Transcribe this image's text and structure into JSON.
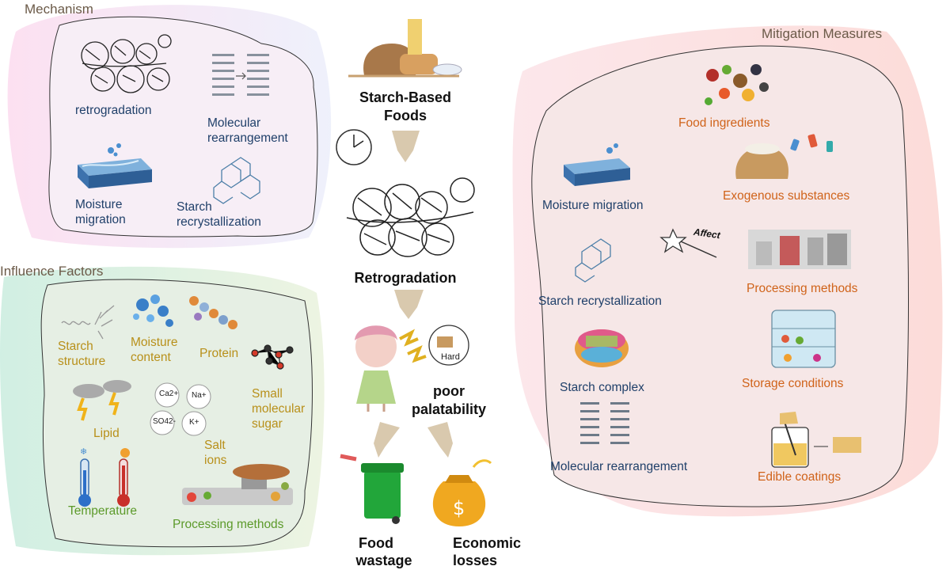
{
  "sections": {
    "mechanism": {
      "title": "Mechanism",
      "items": {
        "retrogradation": "retrogradation",
        "molecular_rearrangement_1": "Molecular",
        "molecular_rearrangement_2": "rearrangement",
        "moisture_migration_1": "Moisture",
        "moisture_migration_2": "migration",
        "starch_recrystallization_1": "Starch",
        "starch_recrystallization_2": "recrystallization"
      }
    },
    "influence": {
      "title": "Influence Factors",
      "items": {
        "starch_structure_1": "Starch",
        "starch_structure_2": "structure",
        "moisture_content_1": "Moisture",
        "moisture_content_2": "content",
        "protein": "Protein",
        "small_sugar_1": "Small",
        "small_sugar_2": "molecular",
        "small_sugar_3": "sugar",
        "lipid": "Lipid",
        "salt_1": "Salt",
        "salt_2": "ions",
        "temperature": "Temperature",
        "processing": "Processing methods"
      },
      "ions": {
        "ca": "Ca2+",
        "na": "Na+",
        "so4": "SO42-",
        "k": "K+"
      }
    },
    "mitigation": {
      "title": "Mitigation Measures",
      "left": {
        "moisture": "Moisture migration",
        "recrystal": "Starch recrystallization",
        "complex": "Starch complex",
        "rearrange": "Molecular rearrangement"
      },
      "right": {
        "food_ingredients": "Food ingredients",
        "exogenous": "Exogenous substances",
        "processing": "Processing methods",
        "storage": "Storage conditions",
        "coatings": "Edible coatings"
      },
      "affect": "Affect"
    }
  },
  "flow": {
    "foods_1": "Starch-Based",
    "foods_2": "Foods",
    "retrogradation": "Retrogradation",
    "poor_1": "poor",
    "poor_2": "palatability",
    "hard": "Hard",
    "wastage_1": "Food",
    "wastage_2": "wastage",
    "losses_1": "Economic",
    "losses_2": "losses"
  },
  "colors": {
    "mechanism_bg": "#f6ecf6",
    "influence_bg": "#e4efe6",
    "mitigation_bg": "#f7e8e8",
    "navy": "#20406a",
    "gold": "#b8901a",
    "green": "#5c9a2a",
    "orange": "#d0631a",
    "arrow": "#d9c9ae"
  }
}
